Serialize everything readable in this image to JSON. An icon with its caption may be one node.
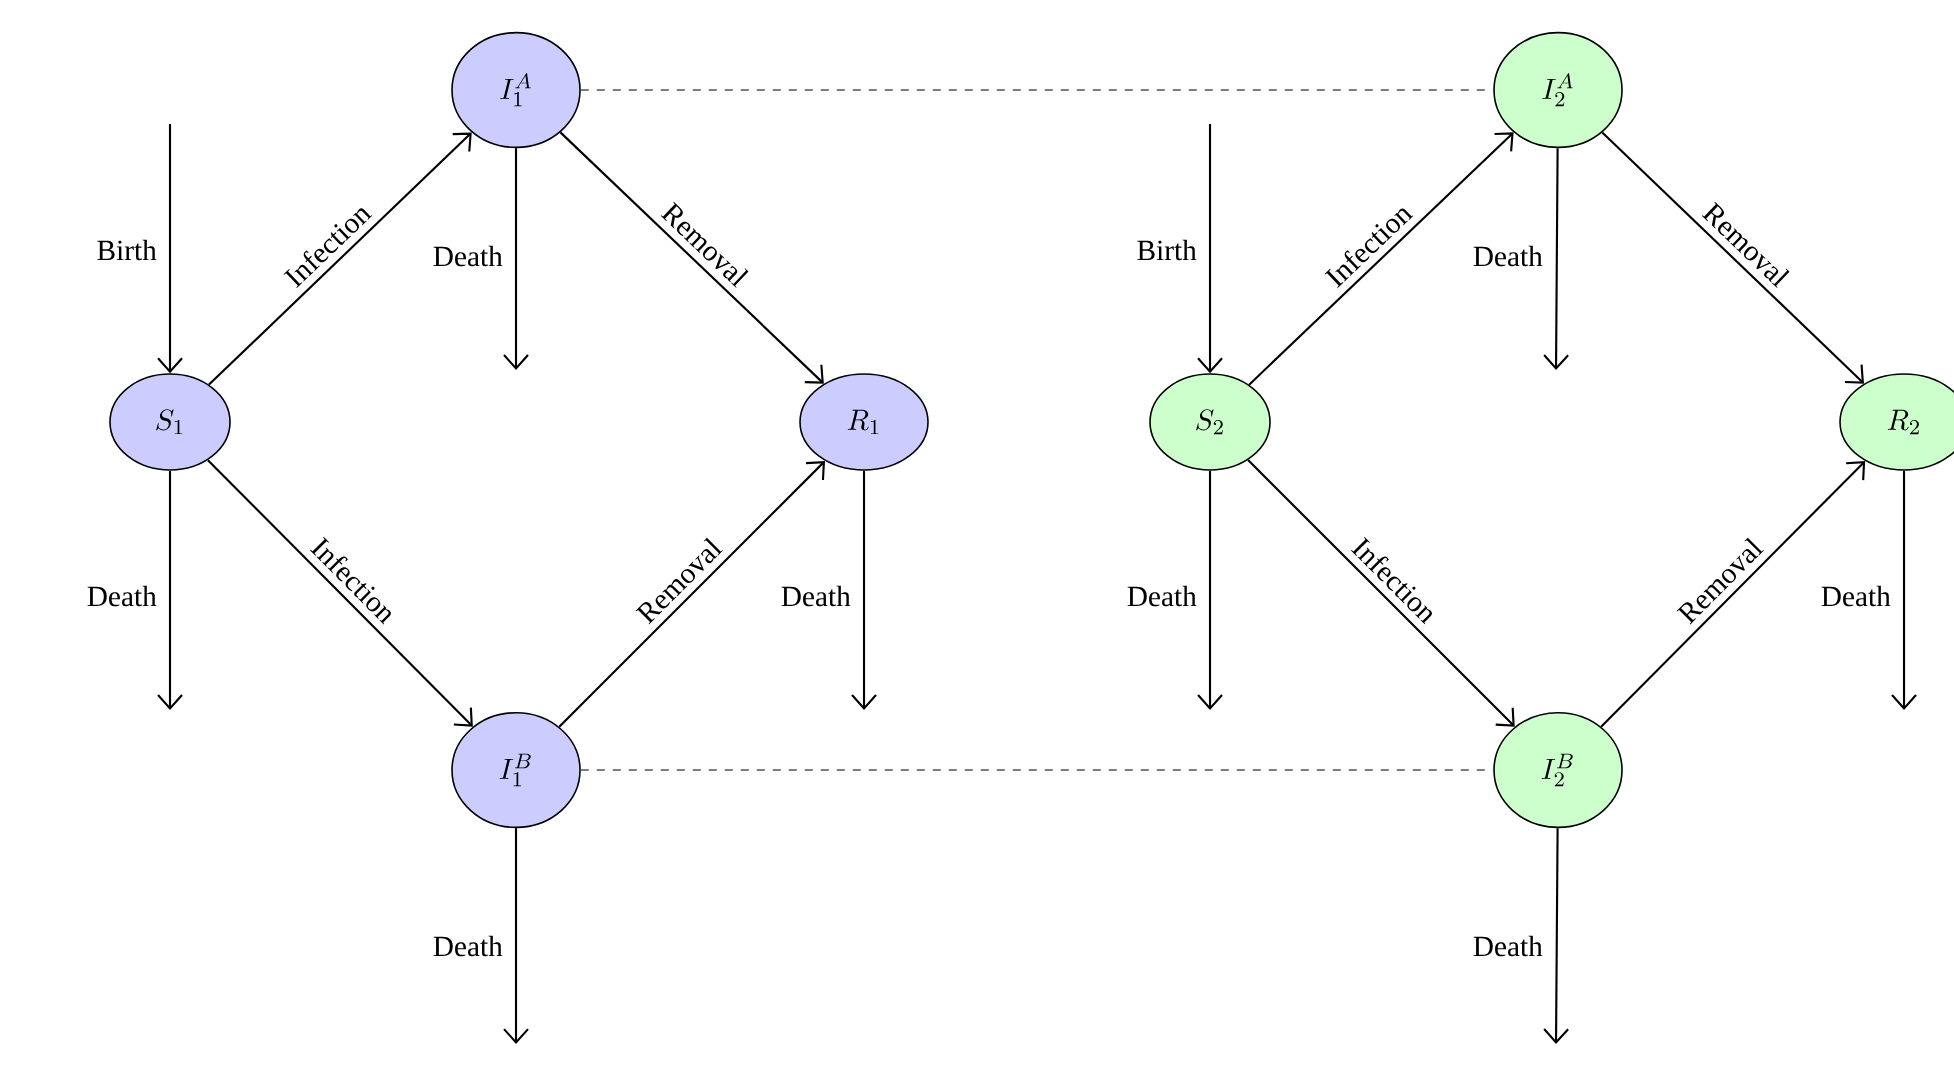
{
  "diagram": {
    "nodes": [
      {
        "text": [
          "S_1"
        ]
      },
      {
        "text": [
          "I_1^A"
        ]
      },
      {
        "text": [
          "I_1^B"
        ]
      },
      {
        "text": [
          "R_1"
        ]
      },
      {
        "text": [
          "S_2"
        ]
      },
      {
        "text": [
          "I_2^A"
        ]
      },
      {
        "text": [
          "I_2^B"
        ]
      },
      {
        "text": [
          "R_2"
        ]
      }
    ],
    "edges": [
      {
        "from": null,
        "to": 0,
        "arrow": "to",
        "label": "Birth"
      },
      {
        "from": 0,
        "to": 1,
        "arrow": "to",
        "label": "Infection"
      },
      {
        "from": 0,
        "to": 2,
        "arrow": "to",
        "label": "Infection"
      },
      {
        "from": 1,
        "to": 3,
        "arrow": "to",
        "label": "Removal"
      },
      {
        "from": 2,
        "to": 3,
        "arrow": "to",
        "label": "Removal"
      },
      {
        "from": 0,
        "to": null,
        "arrow": "to",
        "label": "Death"
      },
      {
        "from": 1,
        "to": null,
        "arrow": "to",
        "label": "Death"
      },
      {
        "from": 3,
        "to": null,
        "arrow": "to",
        "label": "Death"
      },
      {
        "from": 2,
        "to": null,
        "arrow": "to",
        "label": "Death"
      },
      {
        "from": null,
        "to": 4,
        "arrow": "to",
        "label": "Birth"
      },
      {
        "from": 4,
        "to": 5,
        "arrow": "to",
        "label": "Infection"
      },
      {
        "from": 4,
        "to": 6,
        "arrow": "to",
        "label": "Infection"
      },
      {
        "from": 5,
        "to": 7,
        "arrow": "to",
        "label": "Removal"
      },
      {
        "from": 6,
        "to": 7,
        "arrow": "to",
        "label": "Removal"
      },
      {
        "from": 4,
        "to": null,
        "arrow": "to",
        "label": "Death"
      },
      {
        "from": 5,
        "to": null,
        "arrow": "to",
        "label": "Death"
      },
      {
        "from": 7,
        "to": null,
        "arrow": "to",
        "label": "Death"
      },
      {
        "from": 6,
        "to": null,
        "arrow": "to",
        "label": "Death"
      },
      {
        "from": 1,
        "to": 5,
        "arrow": "none",
        "style": "dashed",
        "color": "#555555"
      },
      {
        "from": 2,
        "to": 6,
        "arrow": "none",
        "style": "dashed",
        "color": "#555555"
      }
    ]
  }
}
